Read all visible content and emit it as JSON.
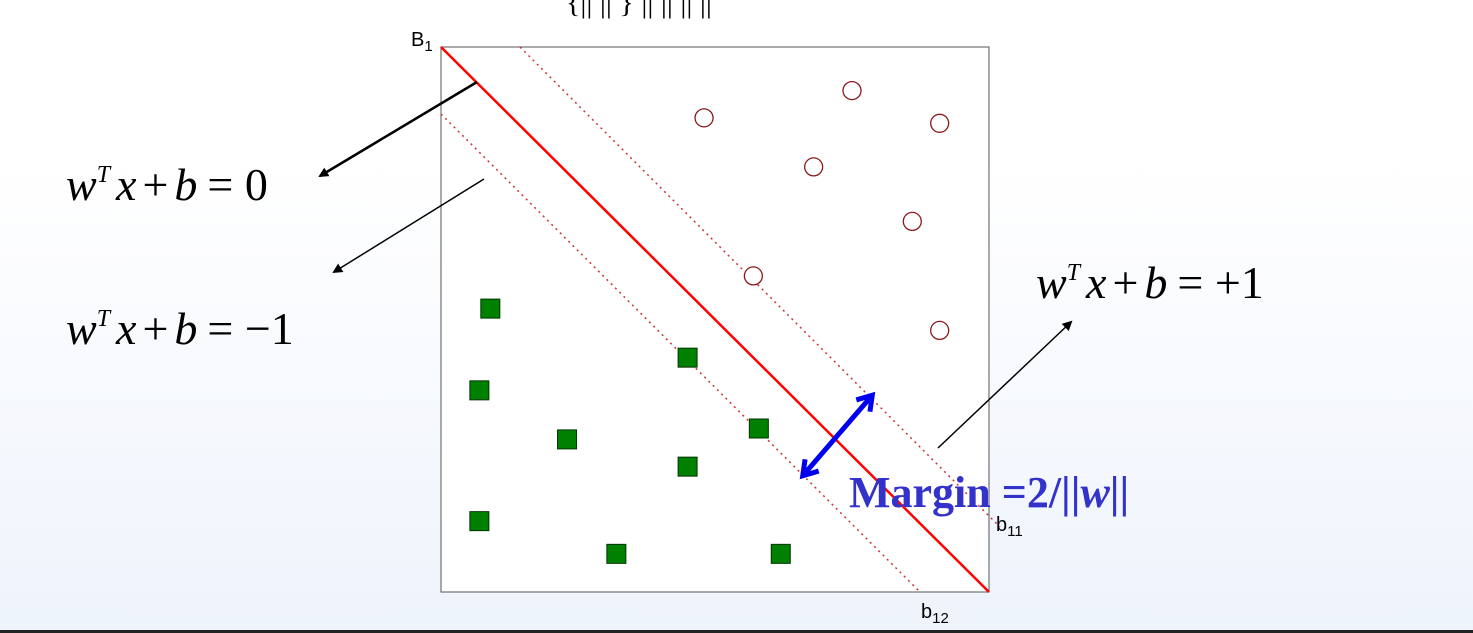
{
  "header_fragment": "{||  ||                          }    ||   ||     ||   ||",
  "labels": {
    "B1": {
      "main": "B",
      "sub": "1"
    },
    "b11": {
      "main": "b",
      "sub": "11"
    },
    "b12": {
      "main": "b",
      "sub": "12"
    }
  },
  "equations": {
    "eq_zero": {
      "w": "w",
      "sup": "T",
      "x": "x",
      "op": "+",
      "b": "b",
      "rest": "= 0"
    },
    "eq_minus": {
      "w": "w",
      "sup": "T",
      "x": "x",
      "op": "+",
      "b": "b",
      "rest": "= −1"
    },
    "eq_plus": {
      "w": "w",
      "sup": "T",
      "x": "x",
      "op": "+",
      "b": "b",
      "rest": "= +1"
    }
  },
  "margin_label": {
    "prefix": "Margin =2/||",
    "var": "w",
    "suffix": "||"
  },
  "colors": {
    "boundary": "#ff0000",
    "margin_line": "#cc3333",
    "circle": "#8b1a1a",
    "square_fill": "#008000",
    "margin_arrow": "#0000ee",
    "margin_text": "#3333cc"
  },
  "points": {
    "class_plus_circles": [
      {
        "x": 0.48,
        "y": 0.87
      },
      {
        "x": 0.75,
        "y": 0.92
      },
      {
        "x": 0.91,
        "y": 0.86
      },
      {
        "x": 0.68,
        "y": 0.78
      },
      {
        "x": 0.86,
        "y": 0.68
      },
      {
        "x": 0.57,
        "y": 0.58
      },
      {
        "x": 0.91,
        "y": 0.48
      }
    ],
    "class_minus_squares": [
      {
        "x": 0.09,
        "y": 0.52
      },
      {
        "x": 0.45,
        "y": 0.43
      },
      {
        "x": 0.07,
        "y": 0.37
      },
      {
        "x": 0.23,
        "y": 0.28
      },
      {
        "x": 0.58,
        "y": 0.3
      },
      {
        "x": 0.45,
        "y": 0.23
      },
      {
        "x": 0.07,
        "y": 0.13
      },
      {
        "x": 0.32,
        "y": 0.07
      },
      {
        "x": 0.62,
        "y": 0.07
      }
    ]
  }
}
